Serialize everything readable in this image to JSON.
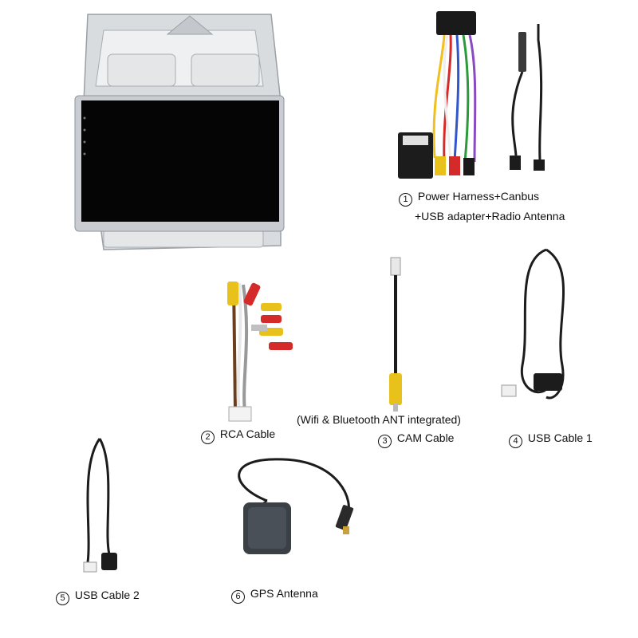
{
  "items": [
    {
      "number": "1",
      "line1": "Power Harness+Canbus",
      "line2": "+USB adapter+Radio Antenna"
    },
    {
      "number": "2",
      "label": "RCA Cable"
    },
    {
      "note": "(Wifi & Bluetooth ANT integrated)"
    },
    {
      "number": "3",
      "label": "CAM Cable"
    },
    {
      "number": "4",
      "label": "USB Cable 1"
    },
    {
      "number": "5",
      "label": "USB Cable 2"
    },
    {
      "number": "6",
      "label": "GPS Antenna"
    }
  ],
  "colors": {
    "frame": "#cfd3d6",
    "screen": "#050505",
    "cable": "#1c1c1c",
    "rca_red": "#d42a2a",
    "rca_yellow": "#e8c21a"
  }
}
